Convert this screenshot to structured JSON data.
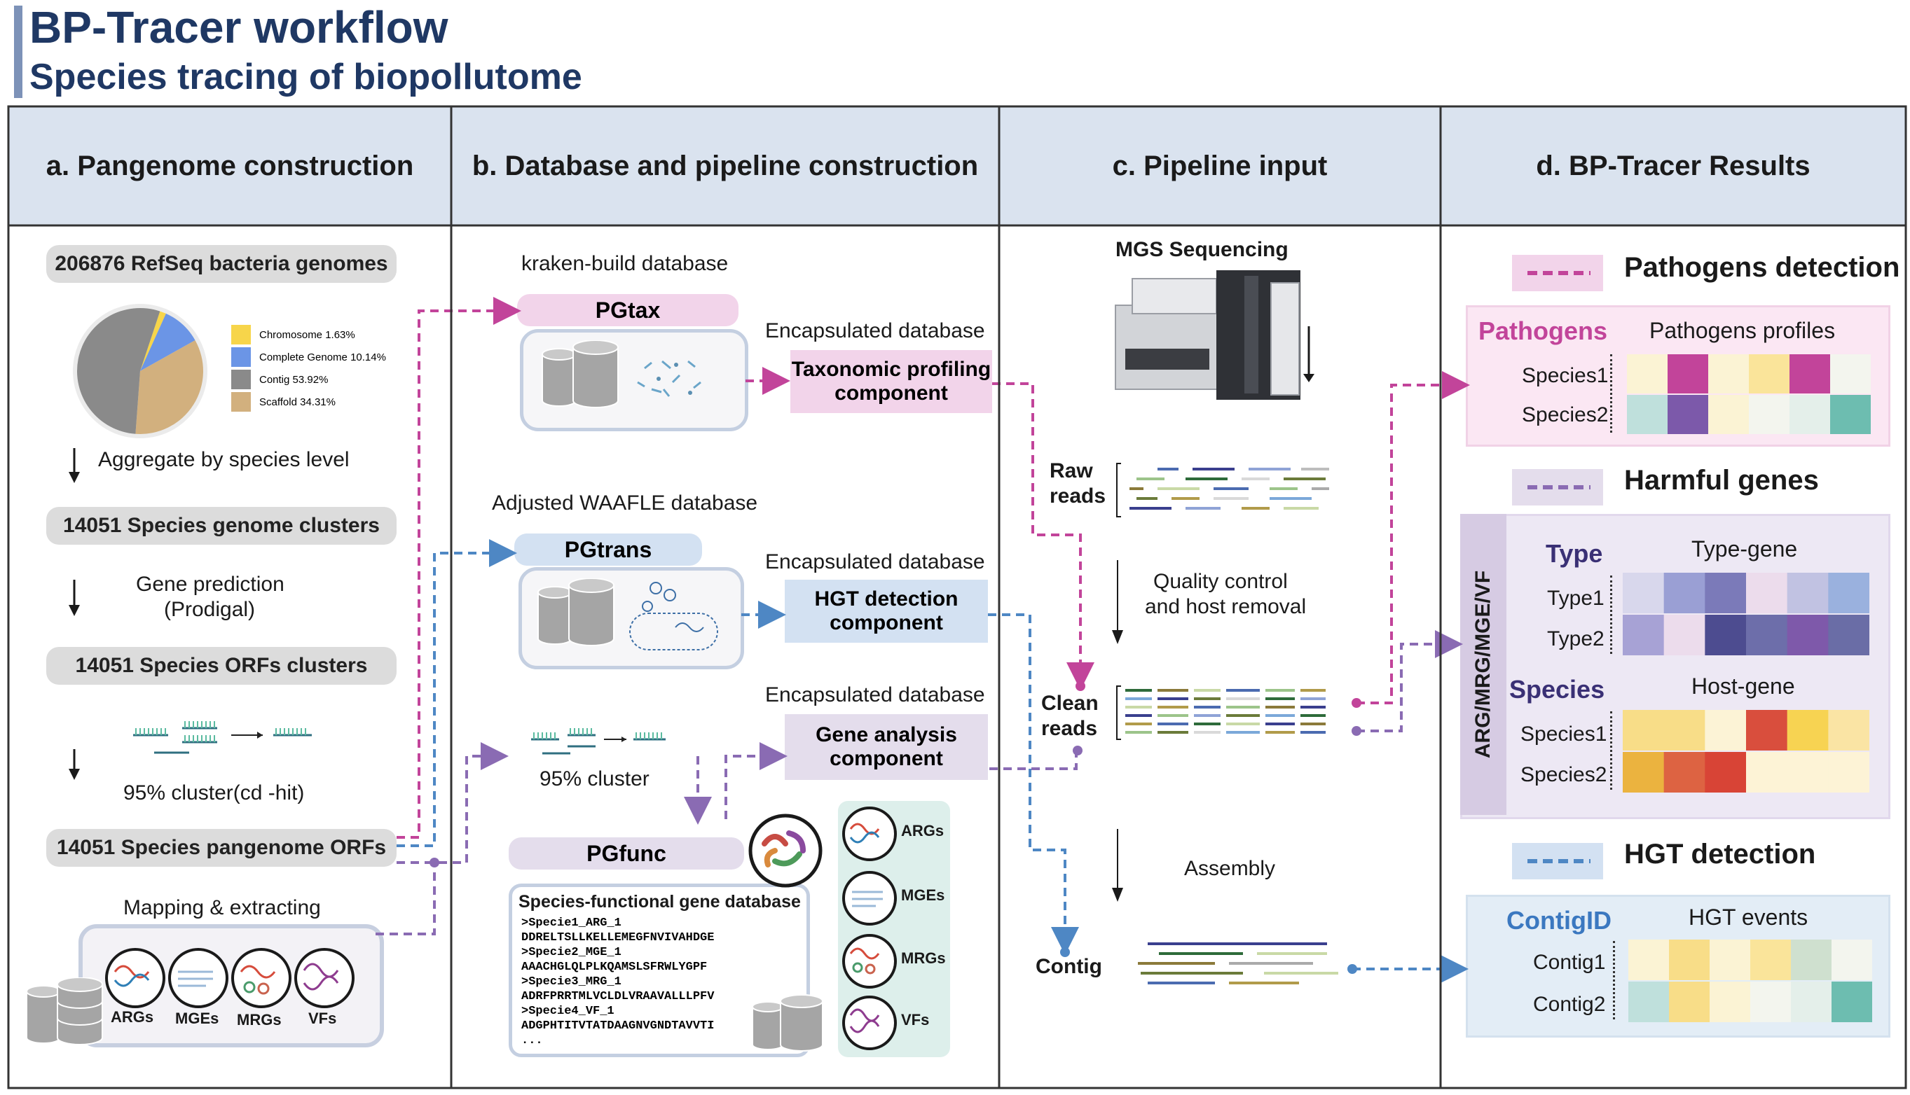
{
  "header": {
    "title": "BP-Tracer workflow",
    "subtitle": "Species tracing of biopollutome"
  },
  "columns": [
    {
      "heading": "a. Pangenome construction"
    },
    {
      "heading": "b. Database and pipeline construction"
    },
    {
      "heading": "c. Pipeline input"
    },
    {
      "heading": "d. BP-Tracer Results"
    }
  ],
  "pangenome": {
    "genomes": "206876 RefSeq bacteria genomes",
    "pie": [
      {
        "name": "Chromosome 1.63%",
        "value": 1.63,
        "color": "#f7d54a"
      },
      {
        "name": "Complete Genome 10.14%",
        "value": 10.14,
        "color": "#6b95e6"
      },
      {
        "name": "Contig 53.92%",
        "value": 53.92,
        "color": "#8a8a8a"
      },
      {
        "name": "Scaffold 34.31%",
        "value": 34.31,
        "color": "#d2b07e"
      }
    ],
    "aggregate": "Aggregate  by species level",
    "genome_clusters": "14051 Species genome clusters",
    "gene_prediction_1": "Gene prediction",
    "gene_prediction_2": "(Prodigal)",
    "orf_clusters": "14051 Species ORFs clusters",
    "cluster_label": "95% cluster(cd -hit)",
    "pangenome_orfs": "14051 Species pangenome ORFs",
    "mapping": "Mapping & extracting",
    "gene_types": [
      "ARGs",
      "MGEs",
      "MRGs",
      "VFs"
    ]
  },
  "database": {
    "kraken_label": "kraken-build database",
    "pgtax": "PGtax",
    "encap1": "Encapsulated database",
    "taxonomic": [
      "Taxonomic profiling",
      "component"
    ],
    "waafle_label": "Adjusted WAAFLE database",
    "pgtrans": "PGtrans",
    "encap2": "Encapsulated database",
    "hgt": [
      "HGT detection",
      "component"
    ],
    "cluster95": "95% cluster",
    "encap3": "Encapsulated database",
    "gene_analysis": [
      "Gene analysis",
      "component"
    ],
    "pgfunc": "PGfunc",
    "func_db_title": "Species-functional gene database",
    "func_db_lines": [
      ">Specie1_ARG_1",
      "DDRELTSLLKELLEMEGFNVIVAHDGE",
      ">Specie2_MGE_1",
      "AAACHGLQLPLKQAMSLSFRWLYGPF",
      ">Specie3_MRG_1",
      "ADRFPRRTMLVCLDLVRAAVALLLPFV",
      ">Specie4_VF_1",
      "ADGPHTITVTATDAAGNVGNDTAVVTI",
      "..."
    ],
    "func_icons": [
      "ARGs",
      "MGEs",
      "MRGs",
      "VFs"
    ]
  },
  "input": {
    "mgs": "MGS Sequencing",
    "raw_reads": [
      "Raw",
      "reads"
    ],
    "qc": [
      "Quality  control",
      "and host removal"
    ],
    "clean_reads": [
      "Clean",
      "reads"
    ],
    "assembly": "Assembly",
    "contig": "Contig"
  },
  "results": {
    "pathogens_detection": "Pathogens detection",
    "pathogens_label": "Pathogens",
    "pathogens_profiles": "Pathogens profiles",
    "pathogen_rows": [
      "Species1",
      "Species2"
    ],
    "pathogen_heat": [
      [
        "#fbf3d4",
        "#c2449a",
        "#fbf3d4",
        "#fae49a",
        "#c2449a",
        "#f3f5ee"
      ],
      [
        "#bfe0dc",
        "#7c59aa",
        "#fbf3d4",
        "#f3f5ee",
        "#e4efea",
        "#6dbdb0"
      ]
    ],
    "harmful_genes": "Harmful genes",
    "side_label": "ARG/MRG/MGE/VF",
    "type_label": "Type",
    "type_gene": "Type-gene",
    "type_rows": [
      "Type1",
      "Type2"
    ],
    "type_heat": [
      [
        "#d8d7ec",
        "#9a9fd4",
        "#7b7ab9",
        "#ecdcec",
        "#c1c2e2",
        "#9ab1de"
      ],
      [
        "#a7a2d5",
        "#ecdcec",
        "#4d4c90",
        "#6d6eaa",
        "#7e59aa",
        "#6a6da6"
      ]
    ],
    "species_label": "Species",
    "host_gene": "Host-gene",
    "species_rows": [
      "Species1",
      "Species2"
    ],
    "species_heat": [
      [
        "#f8dd88",
        "#f8dd88",
        "#fcf3d6",
        "#d94e3d",
        "#f7d352",
        "#fae4a4"
      ],
      [
        "#ebb33f",
        "#dd6342",
        "#d84436",
        "#fdf3d6",
        "#fdf3d6",
        "#fdf3d6"
      ]
    ],
    "hgt_detection": "HGT detection",
    "contig_label": "ContigID",
    "hgt_events": "HGT events",
    "contig_rows": [
      "Contig1",
      "Contig2"
    ],
    "contig_heat": [
      [
        "#fbf3d4",
        "#f8dd88",
        "#fbf3d4",
        "#fae49a",
        "#cfe0cf",
        "#f3f5ee"
      ],
      [
        "#bfe0dc",
        "#f8dd88",
        "#fbf3d4",
        "#f3f5ee",
        "#e4efea",
        "#6dbdb0"
      ]
    ],
    "colors": {
      "pink": "#c2449a",
      "purple": "#8a6bb3",
      "blue": "#4e87c4"
    }
  }
}
